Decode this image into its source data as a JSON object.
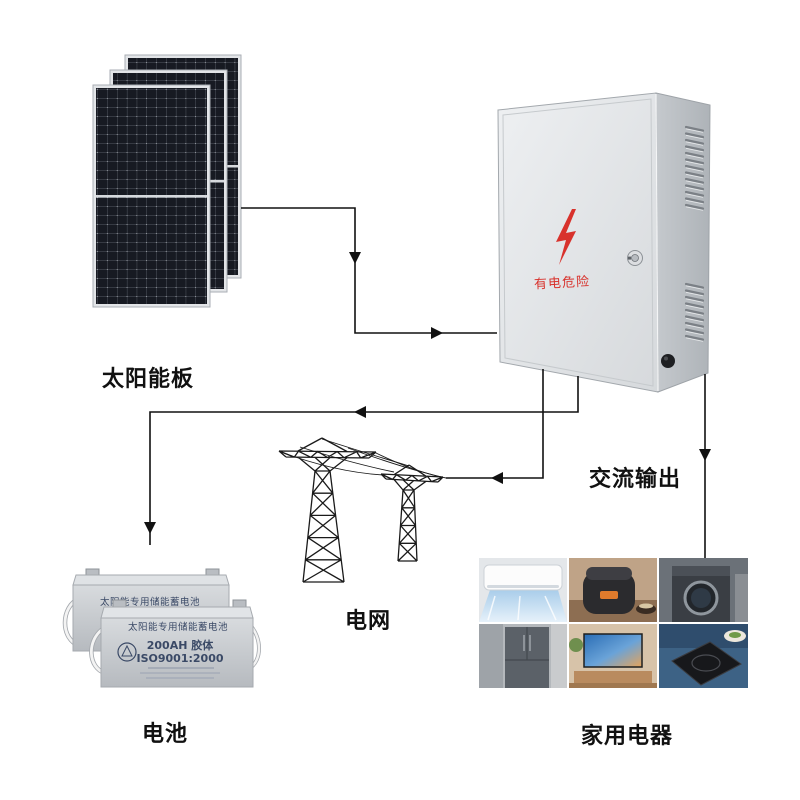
{
  "labels": {
    "solar_panels": "太阳能板",
    "grid": "电网",
    "battery": "电池",
    "ac_output": "交流输出",
    "appliances": "家用电器"
  },
  "control_box": {
    "warning_text": "有电危险",
    "warning_icon": "lightning-bolt-icon",
    "lock_icon": "lock-icon"
  },
  "batteries": {
    "back": {
      "brand_text": "太阳能专用储能蓄电池"
    },
    "front": {
      "brand_text": "太阳能专用储能蓄电池",
      "capacity_text": "200AH 胶体",
      "certification_text": "ISO9001:2000"
    }
  },
  "appliance_images": [
    "air-conditioner",
    "rice-cooker",
    "washing-machine",
    "refrigerator",
    "television",
    "induction-cooker"
  ],
  "colors": {
    "flow_line": "#111111",
    "warning_red": "#d8322c",
    "box_grey": "#e4e6e8",
    "panel_cell": "#171a22",
    "battery_grey": "#c9ccd0",
    "battery_text": "#3a4966"
  }
}
